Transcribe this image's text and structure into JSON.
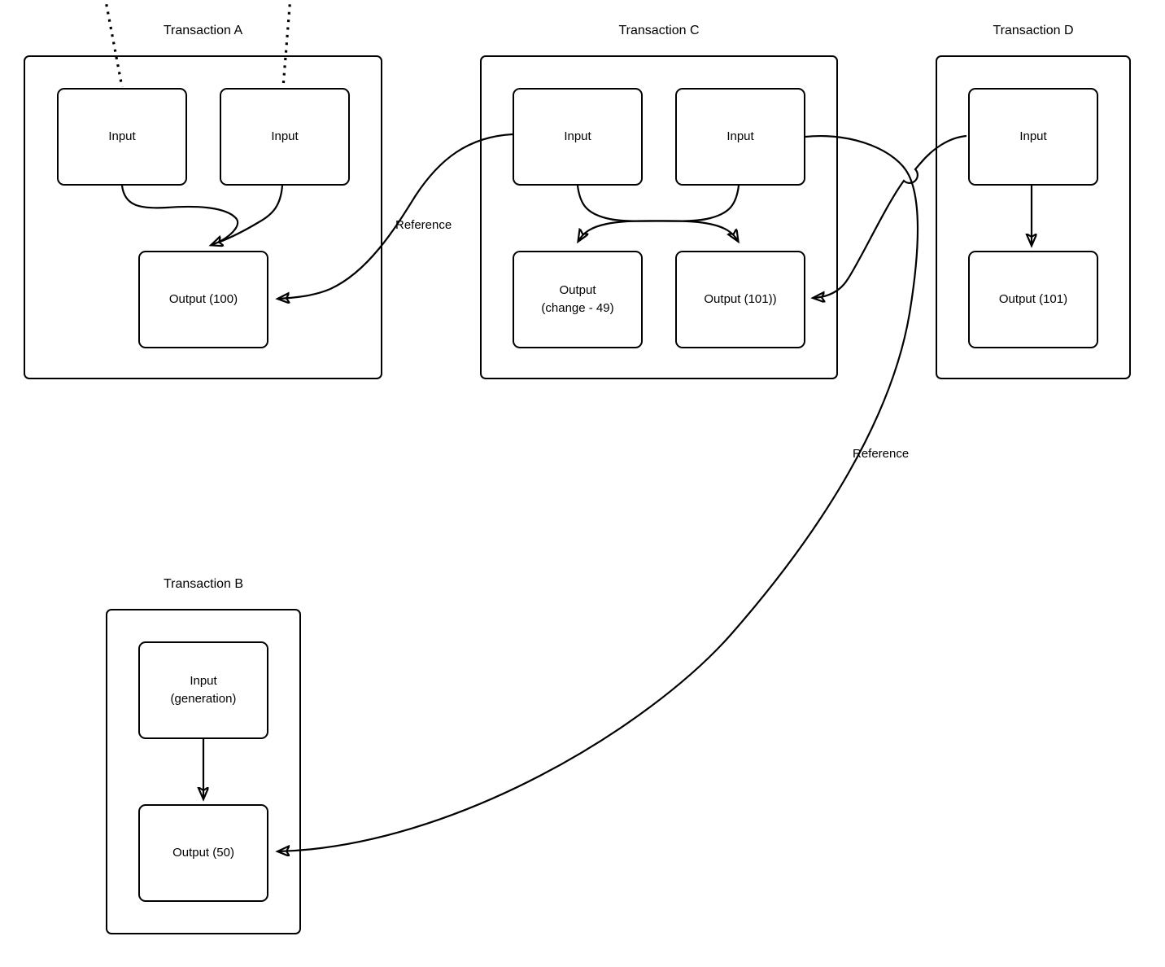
{
  "transactions": {
    "a": {
      "title": "Transaction A",
      "input1": "Input",
      "input2": "Input",
      "output": "Output (100)"
    },
    "c": {
      "title": "Transaction C",
      "input1": "Input",
      "input2": "Input",
      "output1_line1": "Output",
      "output1_line2": "(change - 49)",
      "output2": "Output (101))"
    },
    "d": {
      "title": "Transaction D",
      "input": "Input",
      "output": "Output (101)"
    },
    "b": {
      "title": "Transaction B",
      "input_line1": "Input",
      "input_line2": "(generation)",
      "output": "Output (50)"
    }
  },
  "labels": {
    "reference_a": "Reference",
    "reference_b": "Reference"
  },
  "colors": {
    "stroke": "#000000",
    "background": "#ffffff"
  }
}
